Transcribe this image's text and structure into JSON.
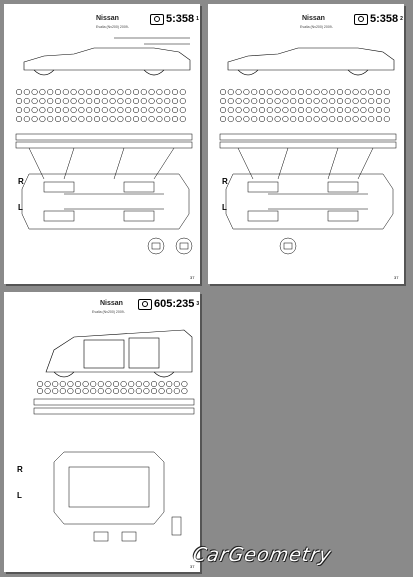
{
  "sheets": [
    {
      "brand": "Nissan",
      "code": "5:358",
      "code_sup": "1",
      "subtitle": "Evalia (Nv200) 2009-",
      "right_label": "R",
      "left_label": "L",
      "page": "37"
    },
    {
      "brand": "Nissan",
      "code": "5:358",
      "code_sup": "2",
      "subtitle": "Evalia (Nv200) 2009-",
      "right_label": "R",
      "left_label": "L",
      "page": "37"
    },
    {
      "brand": "Nissan",
      "code": "605:235",
      "code_sup": "3",
      "subtitle": "Evalia (Nv200) 2009-",
      "right_label": "R",
      "left_label": "L",
      "page": "37"
    }
  ],
  "logo": "CarGeometry",
  "colors": {
    "background": "#8a8a8a",
    "sheet": "#ffffff",
    "ink": "#000000"
  }
}
